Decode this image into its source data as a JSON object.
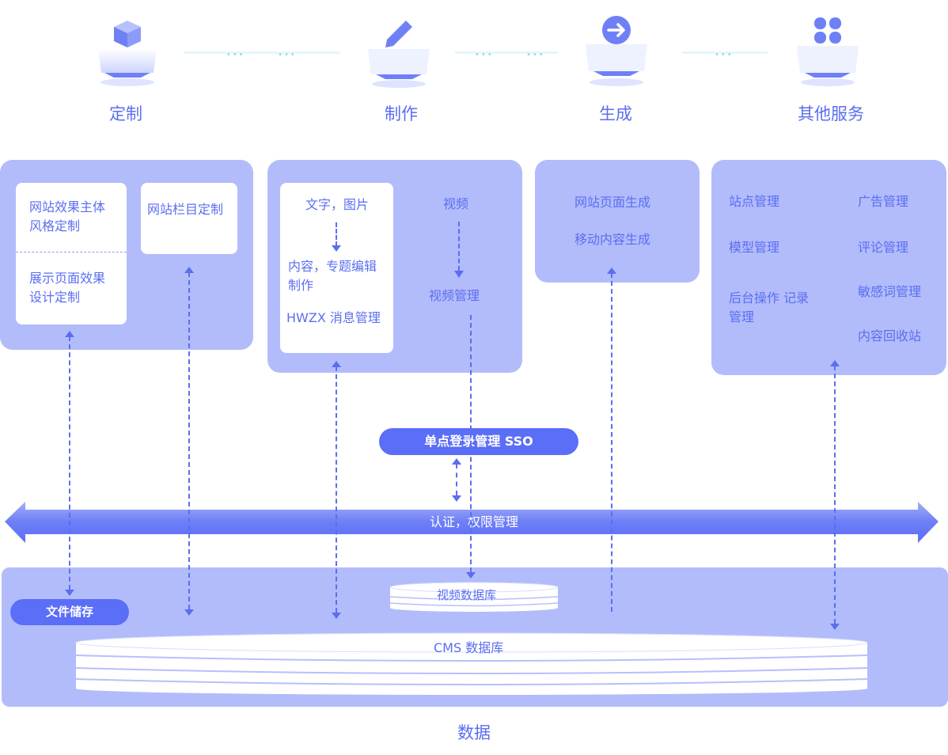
{
  "stages": [
    {
      "label": "定制",
      "icon": "cube-icon"
    },
    {
      "label": "制作",
      "icon": "pencil-icon"
    },
    {
      "label": "生成",
      "icon": "arrow-circle-icon"
    },
    {
      "label": "其他服务",
      "icon": "grid-icon"
    }
  ],
  "custom": {
    "card_a_line1": "网站效果主体",
    "card_a_line2": "风格定制",
    "card_a_line3": "展示页面效果",
    "card_a_line4": "设计定制",
    "card_b": "网站栏目定制"
  },
  "produce": {
    "text_image": "文字，图片",
    "content_line1": "内容，专题编辑",
    "content_line2": "制作",
    "hwzx": "HWZX 消息管理",
    "video": "视频",
    "video_mgmt": "视频管理"
  },
  "generate": {
    "line1": "网站页面生成",
    "line2": "移动内容生成"
  },
  "other": {
    "left": [
      "站点管理",
      "模型管理",
      "后台操作 记录",
      "管理"
    ],
    "right": [
      "广告管理",
      "评论管理",
      "敏感词管理",
      "内容回收站"
    ]
  },
  "sso": "单点登录管理   SSO",
  "auth": "认证，权限管理",
  "data_layer": {
    "file_storage": "文件储存",
    "video_db": "视频数据库",
    "cms_db": "CMS 数据库",
    "title": "数据"
  },
  "colors": {
    "accent": "#5b6ef7",
    "panel": "#b2bcfb",
    "text": "#5b6ef0"
  }
}
